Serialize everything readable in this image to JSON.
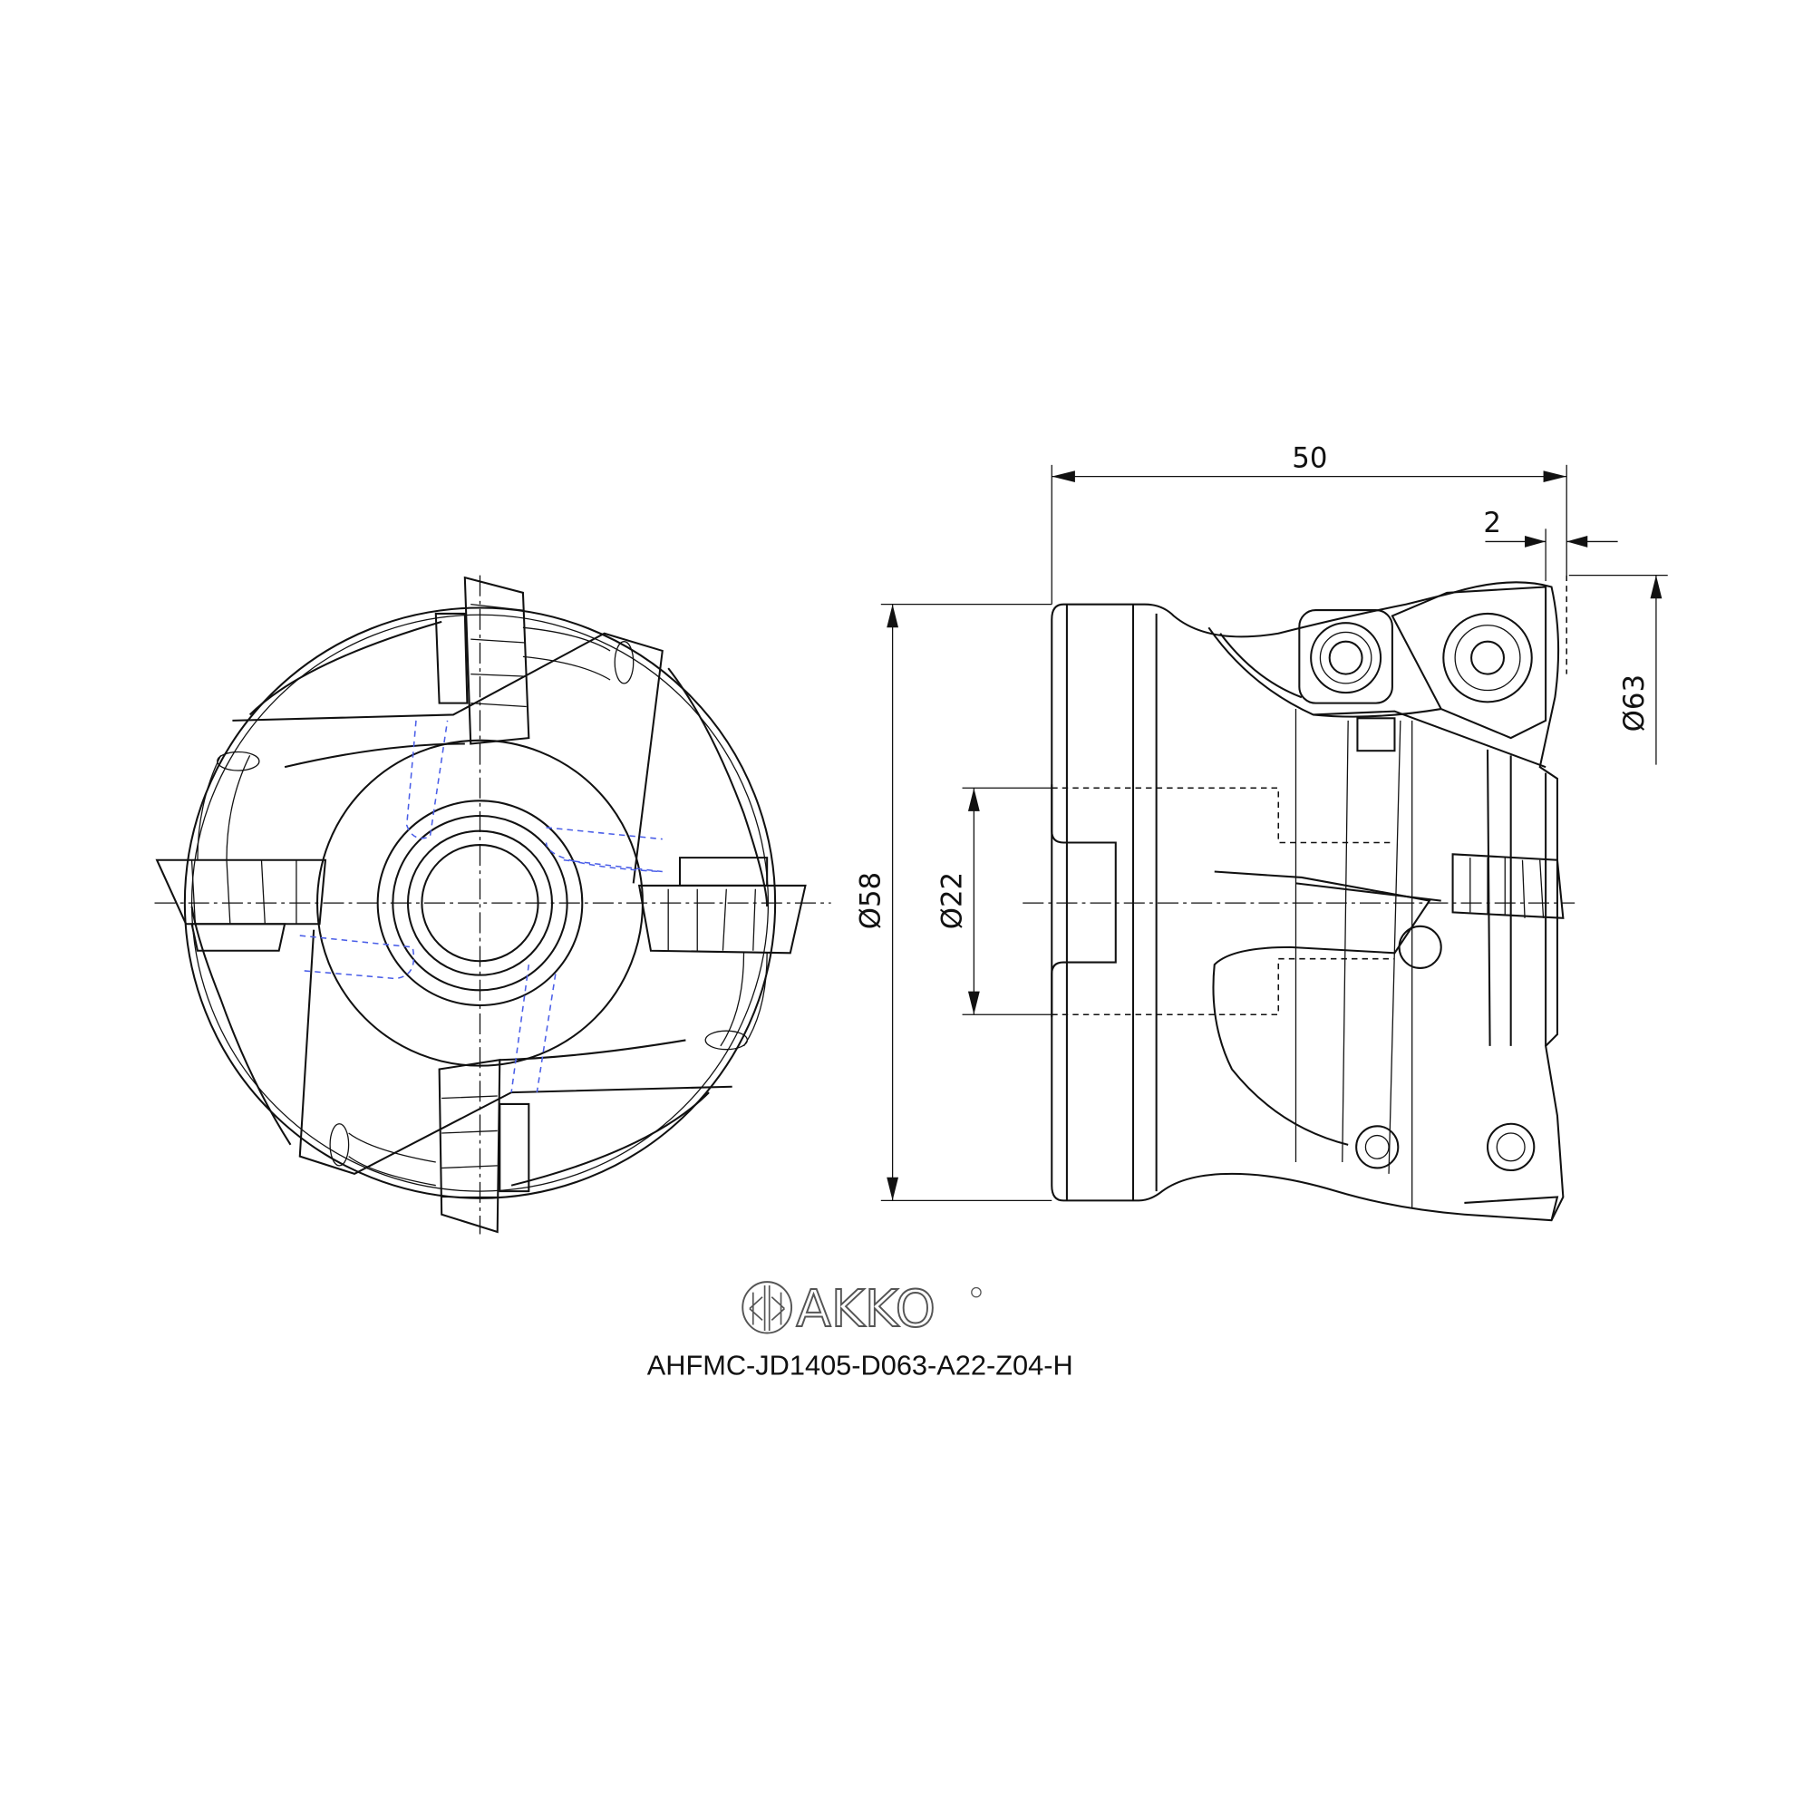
{
  "dimensions": {
    "length": "50",
    "offset": "2",
    "cut_diameter": "Ø63",
    "body_diameter": "Ø58",
    "bore_diameter": "Ø22"
  },
  "brand": {
    "logo_text": "AKKO"
  },
  "part_number": "AHFMC-JD1405-D063-A22-Z04-H",
  "colors": {
    "line": "#111111",
    "hidden_blue": "#4a5ee8",
    "logo_gray": "#555555"
  }
}
